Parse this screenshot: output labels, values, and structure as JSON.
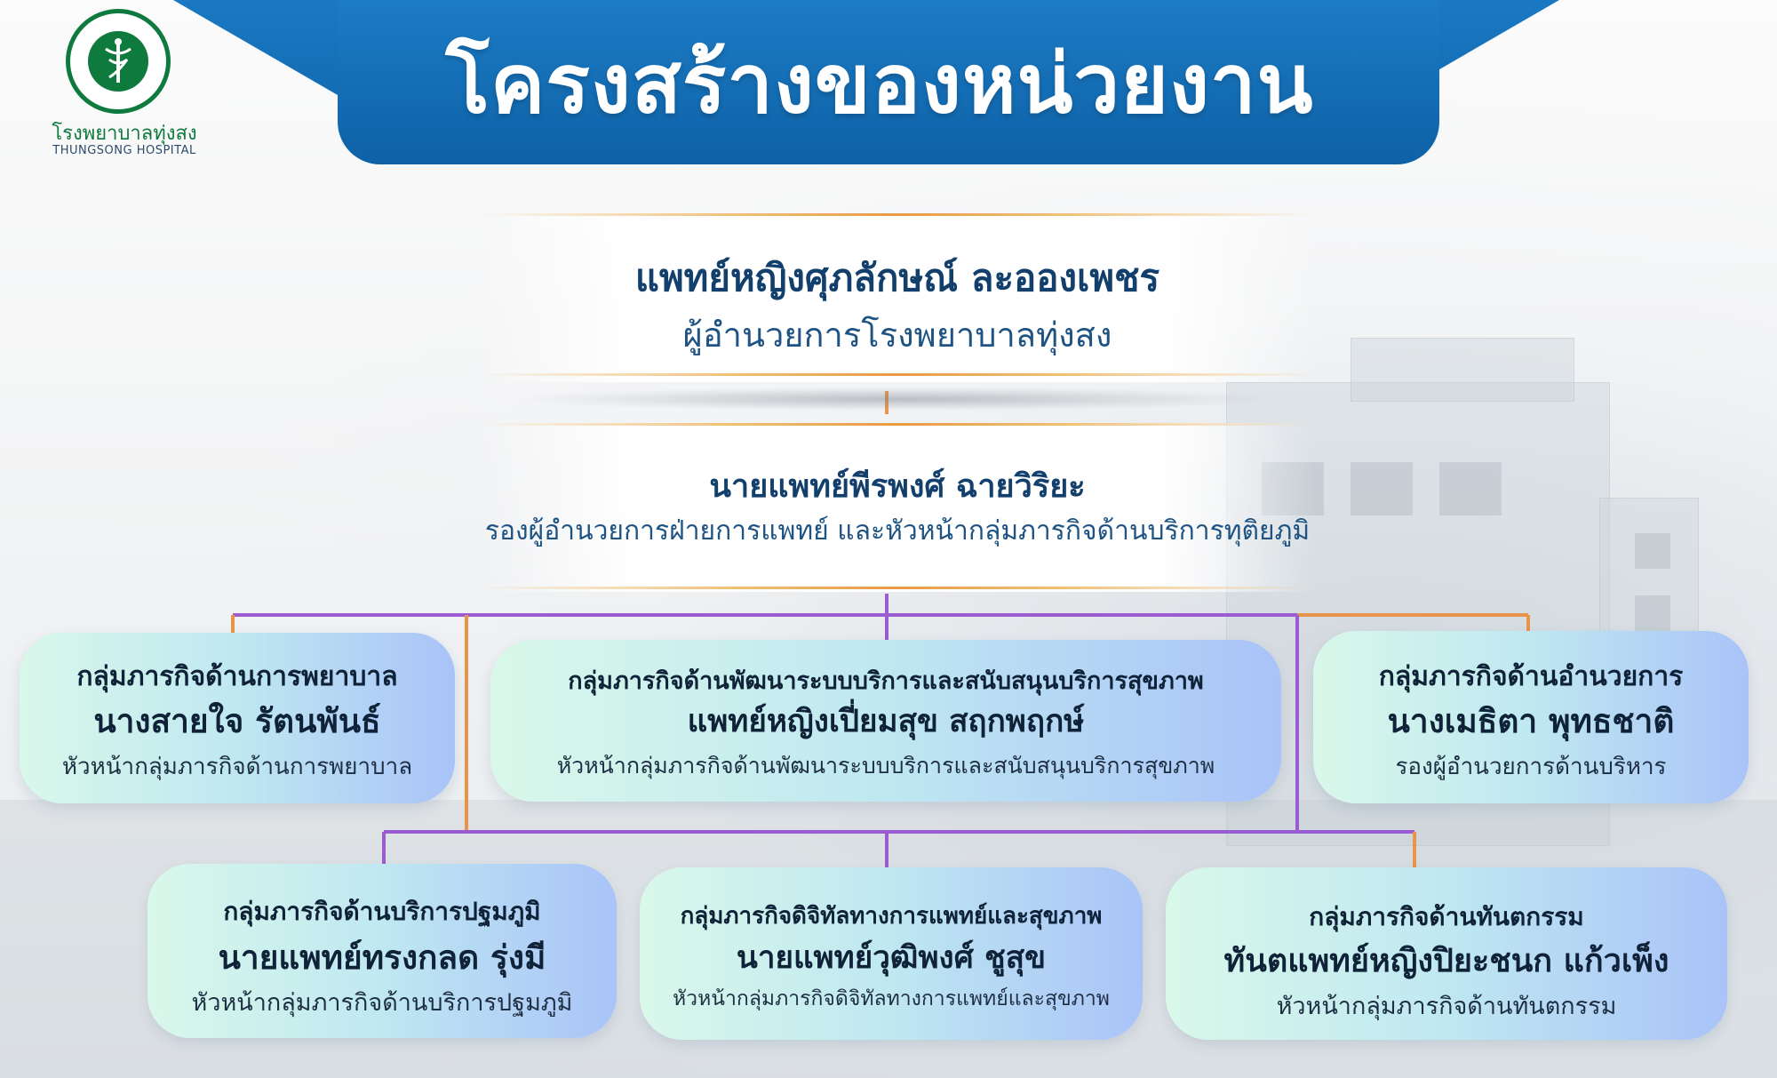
{
  "header": {
    "title": "โครงสร้างของหน่วยงาน",
    "logo_name": "โรงพยาบาลทุ่งสง",
    "logo_sub": "THUNGSONG HOSPITAL",
    "brand_color": "#1170b5",
    "logo_color": "#0f7a3e"
  },
  "director": {
    "name": "แพทย์หญิงศุภลักษณ์ ละอองเพชร",
    "role": "ผู้อำนวยการโรงพยาบาลทุ่งสง"
  },
  "deputy": {
    "name": "นายแพทย์พีรพงศ์ ฉายวิริยะ",
    "role": "รองผู้อำนวยการฝ่ายการแพทย์ และหัวหน้ากลุ่มภารกิจด้านบริการทุติยภูมิ"
  },
  "groups": [
    {
      "group": "กลุ่มภารกิจด้านการพยาบาล",
      "name": "นางสายใจ รัตนพันธ์",
      "role": "หัวหน้ากลุ่มภารกิจด้านการพยาบาล"
    },
    {
      "group": "กลุ่มภารกิจด้านพัฒนาระบบบริการและสนับสนุนบริการสุขภาพ",
      "name": "แพทย์หญิงเปี่ยมสุข สฤกพฤกษ์",
      "role": "หัวหน้ากลุ่มภารกิจด้านพัฒนาระบบบริการและสนับสนุนบริการสุขภาพ"
    },
    {
      "group": "กลุ่มภารกิจด้านอำนวยการ",
      "name": "นางเมธิตา พุทธชาติ",
      "role": "รองผู้อำนวยการด้านบริหาร"
    },
    {
      "group": "กลุ่มภารกิจด้านบริการปฐมภูมิ",
      "name": "นายแพทย์ทรงกลด รุ่งมี",
      "role": "หัวหน้ากลุ่มภารกิจด้านบริการปฐมภูมิ"
    },
    {
      "group": "กลุ่มภารกิจดิจิทัลทางการแพทย์และสุขภาพ",
      "name": "นายแพทย์วุฒิพงศ์ ชูสุข",
      "role": "หัวหน้ากลุ่มภารกิจดิจิทัลทางการแพทย์และสุขภาพ"
    },
    {
      "group": "กลุ่มภารกิจด้านทันตกรรม",
      "name": "ทันตแพทย์หญิงปิยะชนก แก้วเพ็ง",
      "role": "หัวหน้ากลุ่มภารกิจด้านทันตกรรม"
    }
  ],
  "connector_colors": {
    "orange": "#e8944a",
    "purple": "#9a5cd0"
  }
}
